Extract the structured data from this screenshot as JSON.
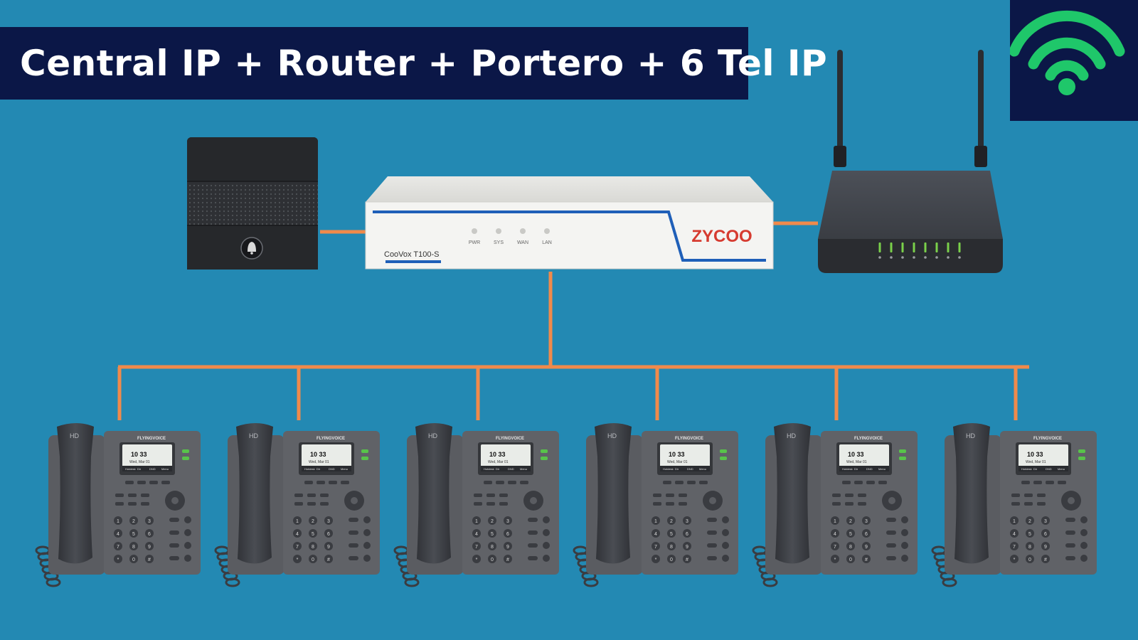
{
  "header": {
    "title": "Central IP + Router + Portero + 6 Tel IP"
  },
  "pbx": {
    "brand": "ZYCOO",
    "model": "CooVox  T100-S",
    "leds": [
      "PWR",
      "SYS",
      "WAN",
      "LAN"
    ]
  },
  "phone_screen": {
    "clock": "10  33",
    "date": "Wed, Mar 01",
    "softkeys": [
      "Hotdesk",
      "Dir",
      "DND",
      "Menu"
    ],
    "brand": "FLYINGVOICE",
    "hd": "HD"
  },
  "phones_count": 6,
  "keypad": [
    "1",
    "2",
    "3",
    "4",
    "5",
    "6",
    "7",
    "8",
    "9",
    "*",
    "0",
    "#"
  ],
  "colors": {
    "background": "#2389b3",
    "banner": "#0b1747",
    "connection": "#f08a4b",
    "wifi": "#1fc76a",
    "pbx_body": "#f4f4f2",
    "pbx_stripe": "#1f5fb8",
    "device_dark": "#2b2d31"
  },
  "icons": {
    "wifi": "wifi-icon",
    "doorbell": "bell-icon"
  }
}
